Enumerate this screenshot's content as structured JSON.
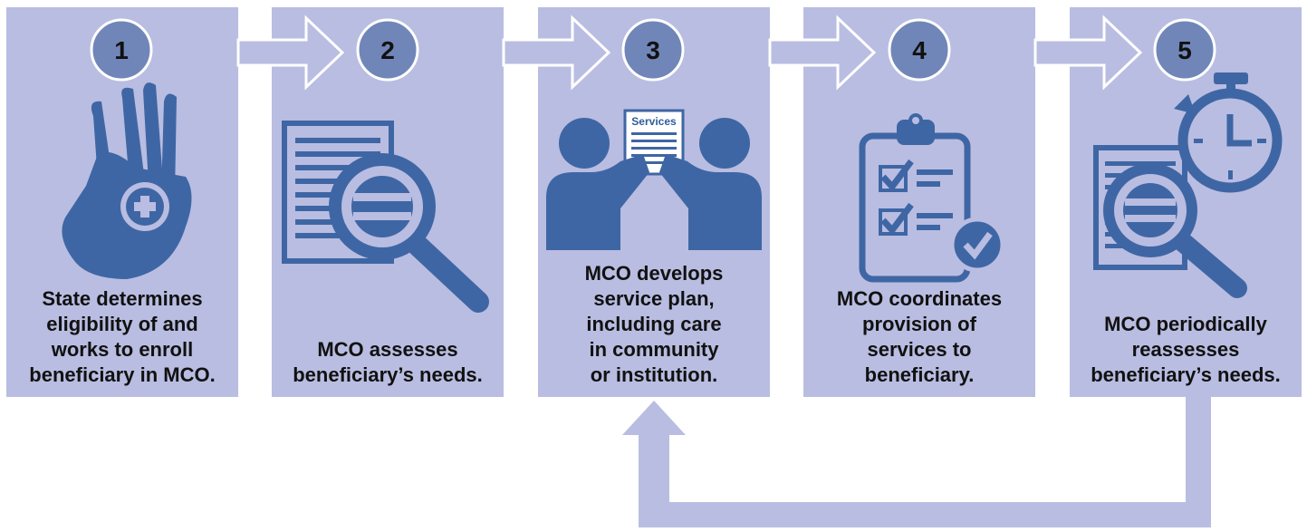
{
  "colors": {
    "panel": "#B9BDE1",
    "icon": "#3F66A4",
    "circle": "#7186B8",
    "text": "#111111",
    "arrow_outline": "#FFFFFF"
  },
  "steps": [
    {
      "number": "1",
      "icon": "ok-hand-with-medical-cross-icon",
      "lines": [
        "State determines",
        "eligibility of and",
        "works to enroll",
        "beneficiary in MCO."
      ]
    },
    {
      "number": "2",
      "icon": "document-magnifier-icon",
      "lines": [
        "MCO assesses",
        "beneficiary’s needs."
      ]
    },
    {
      "number": "3",
      "icon": "two-people-holding-services-document-icon",
      "lines": [
        "MCO develops",
        "service plan,",
        "including care",
        "in community",
        "or institution."
      ]
    },
    {
      "number": "4",
      "icon": "clipboard-checklist-icon",
      "lines": [
        "MCO coordinates",
        "provision of",
        "services to",
        "beneficiary."
      ]
    },
    {
      "number": "5",
      "icon": "document-magnifier-stopwatch-icon",
      "lines": [
        "MCO periodically",
        "reassesses",
        "beneficiary’s needs."
      ]
    }
  ],
  "services_label": "Services",
  "loop_arrow": {
    "from_step": "5",
    "to_step": "3"
  }
}
